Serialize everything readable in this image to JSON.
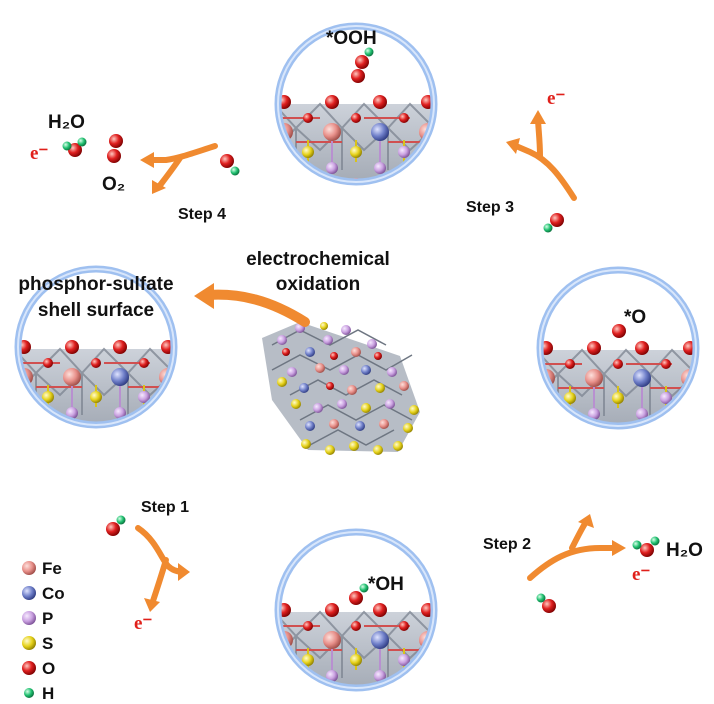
{
  "labels": {
    "ooh": "*OOH",
    "o_ads": "*O",
    "oh": "*OH",
    "step1": "Step 1",
    "step2": "Step 2",
    "step3": "Step 3",
    "step4": "Step 4",
    "electron": "e⁻",
    "h2o": "H₂O",
    "o2": "O₂",
    "oxidation_line1": "electrochemical",
    "oxidation_line2": "oxidation",
    "shell_line1": "phosphor-sulfate",
    "shell_line2": "shell surface"
  },
  "legend": [
    {
      "symbol": "Fe",
      "color": "#e8908a"
    },
    {
      "symbol": "Co",
      "color": "#6f7fc9"
    },
    {
      "symbol": "P",
      "color": "#c9a0e0"
    },
    {
      "symbol": "S",
      "color": "#e6d21a"
    },
    {
      "symbol": "O",
      "color": "#e02020"
    },
    {
      "symbol": "H",
      "color": "#20c070"
    }
  ],
  "colors": {
    "arrow": "#f08a30",
    "circle_ring": "#9fc0f0",
    "electron_text": "#e0201a",
    "lattice_bg": "#b8bec8"
  }
}
